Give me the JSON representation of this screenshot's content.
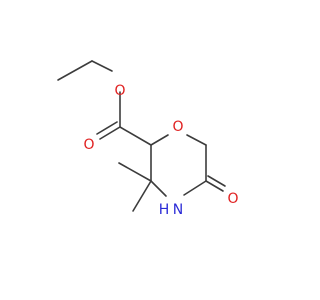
{
  "molecule": {
    "colors": {
      "bond": "#3c3c3c",
      "oxygen": "#e02020",
      "nitrogen": "#2a2ad6",
      "background": "#ffffff"
    },
    "atom_labels": {
      "ester_o": "O",
      "carbonyl_o": "O",
      "ring_o": "O",
      "nh": "N",
      "nh_h": "H",
      "ketone_o": "O"
    }
  }
}
